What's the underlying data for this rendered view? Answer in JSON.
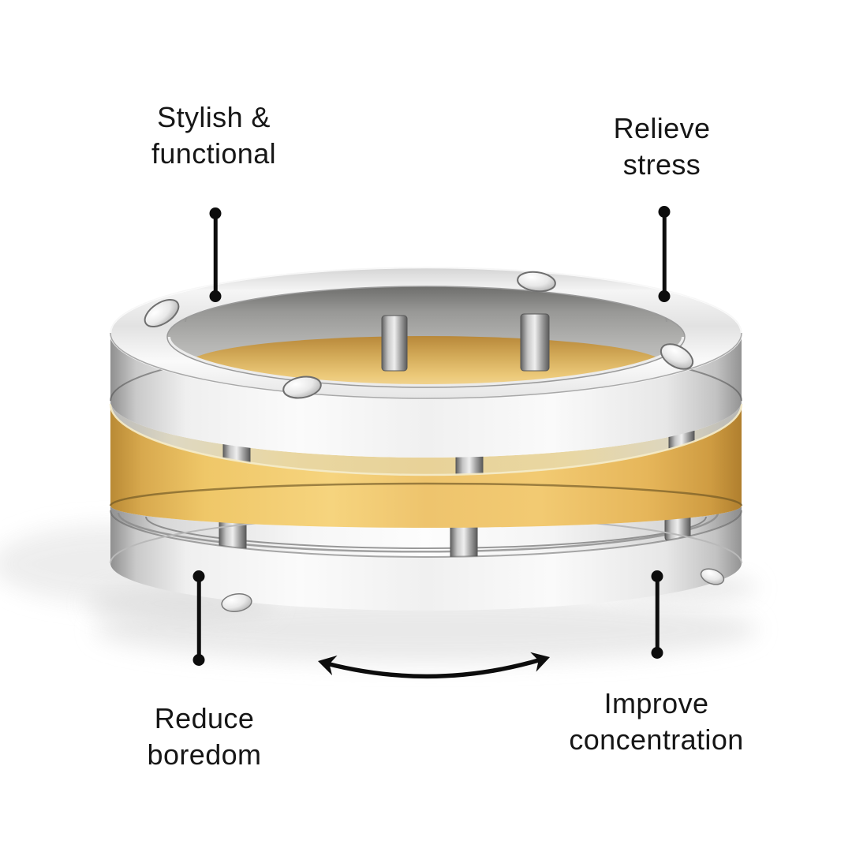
{
  "image": {
    "subject": "spinning fidget ring with two silver riveted bands and a gold center spinner band",
    "style": "product benefit infographic on white background"
  },
  "annotations": {
    "top_left": {
      "line1": "Stylish &",
      "line2": "functional"
    },
    "top_right": {
      "line1": "Relieve",
      "line2": "stress"
    },
    "bottom_left": {
      "line1": "Reduce",
      "line2": "boredom"
    },
    "bottom_right": {
      "line1": "Improve",
      "line2": "concentration"
    }
  },
  "icons": {
    "spin_arrow": "curved-double-headed-arrow",
    "callout_dot": "filled-circle-endpoint"
  },
  "colors": {
    "background": "#ffffff",
    "text": "#161616",
    "callout_line": "#0d0d0d",
    "ring_silver": "#efefef",
    "ring_silver_shadow": "#8f8f8f",
    "ring_gold": "#eec46d",
    "ring_gold_deep": "#b98a35",
    "inner_steel": "#a3a3a1",
    "shadow": "#e6e6e6"
  }
}
